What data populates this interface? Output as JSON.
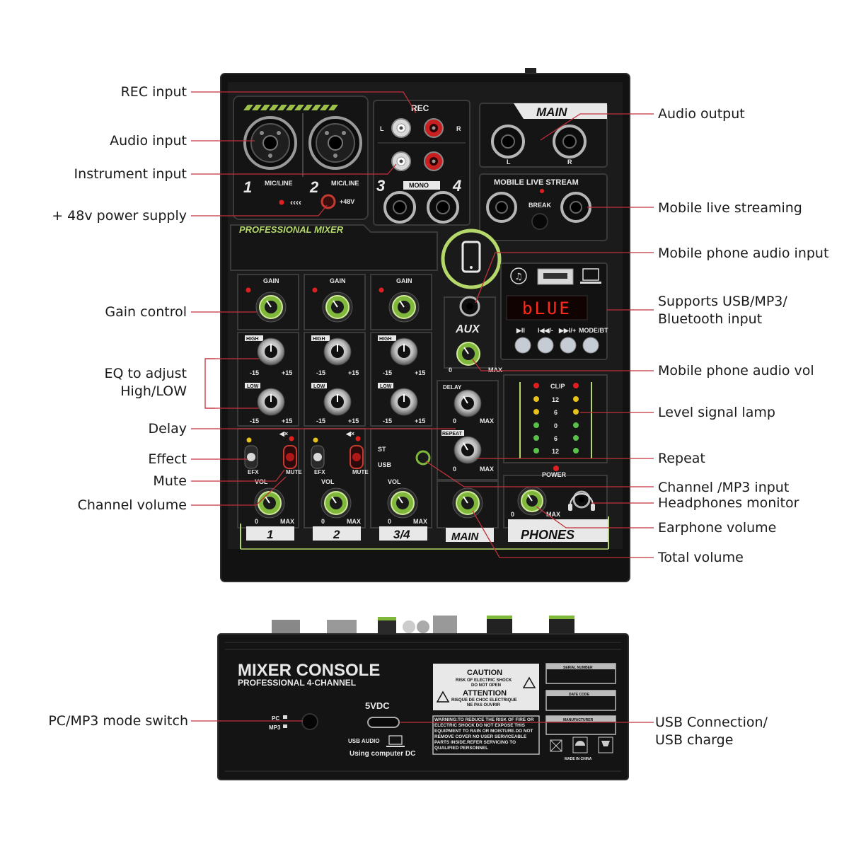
{
  "callouts_left": [
    {
      "id": "rec-input",
      "text": "REC input"
    },
    {
      "id": "audio-input",
      "text": "Audio input"
    },
    {
      "id": "instrument-input",
      "text": "Instrument input"
    },
    {
      "id": "phantom-power",
      "text": "+ 48v power supply"
    },
    {
      "id": "gain-control",
      "text": "Gain control"
    },
    {
      "id": "eq-adjust-1",
      "text": "EQ to adjust"
    },
    {
      "id": "eq-adjust-2",
      "text": "High/LOW"
    },
    {
      "id": "delay",
      "text": "Delay"
    },
    {
      "id": "effect",
      "text": "Effect"
    },
    {
      "id": "mute",
      "text": "Mute"
    },
    {
      "id": "channel-volume",
      "text": "Channel volume"
    },
    {
      "id": "pc-mp3-switch",
      "text": "PC/MP3 mode switch"
    }
  ],
  "callouts_right": [
    {
      "id": "audio-output",
      "text": "Audio output"
    },
    {
      "id": "mobile-live-streaming",
      "text": "Mobile live streaming"
    },
    {
      "id": "mobile-phone-audio-input",
      "text": "Mobile phone audio input"
    },
    {
      "id": "usb-mp3-bt-1",
      "text": "Supports USB/MP3/"
    },
    {
      "id": "usb-mp3-bt-2",
      "text": "Bluetooth input"
    },
    {
      "id": "mobile-phone-audio-vol",
      "text": "Mobile phone audio vol"
    },
    {
      "id": "level-signal-lamp",
      "text": "Level signal lamp"
    },
    {
      "id": "repeat",
      "text": "Repeat"
    },
    {
      "id": "channel-mp3-input",
      "text": "Channel /MP3 input"
    },
    {
      "id": "headphones-monitor",
      "text": "Headphones monitor"
    },
    {
      "id": "earphone-volume",
      "text": "Earphone volume"
    },
    {
      "id": "total-volume",
      "text": "Total volume"
    },
    {
      "id": "usb-connection-1",
      "text": "USB Connection/"
    },
    {
      "id": "usb-connection-2",
      "text": "USB charge"
    }
  ],
  "panel": {
    "main": "MAIN",
    "rec": "REC",
    "l": "L",
    "r": "R",
    "ch1": "1",
    "ch2": "2",
    "ch3": "3",
    "ch4": "4",
    "mic_line": "MIC/LINE",
    "mono": "MONO",
    "plus48v": "+48V",
    "professional_mixer": "PROFESSIONAL MIXER",
    "mobile_live_stream": "MOBILE LIVE STREAM",
    "break": "BREAK",
    "aux": "AUX",
    "display": "bLUE",
    "mode_bt": "MODE/BT",
    "gain": "GAIN",
    "high": "HIGH",
    "low": "LOW",
    "delay": "DELAY",
    "repeat": "REPEAT",
    "efx": "EFX",
    "mute": "MUTE",
    "vol": "VOL",
    "st": "ST",
    "usb": "USB",
    "zero": "0",
    "max": "MAX",
    "minus15": "-15",
    "plus15": "+15",
    "clip": "CLIP",
    "meter_12": "12",
    "meter_6": "6",
    "meter_0": "0",
    "power": "POWER",
    "label_1": "1",
    "label_2": "2",
    "label_34": "3/4",
    "label_main": "MAIN",
    "label_phones": "PHONES"
  },
  "rear": {
    "title": "MIXER CONSOLE",
    "subtitle": "PROFESSIONAL 4-CHANNEL",
    "vdc": "5VDC",
    "pc": "PC",
    "mp3": "MP3",
    "usb_audio": "USB AUDIO",
    "using_computer": "Using computer DC",
    "caution": "CAUTION",
    "caution_text1": "RISK OF ELECTRIC SHOCK",
    "caution_text2": "DO NOT OPEN",
    "attention": "ATTENTION",
    "attention_text1": "RISQUE DE CHOC ELECTRIQUE",
    "attention_text2": "NE PAS OUVRIR",
    "warning": "WARNING:TO REDUCE THE RISK OF FIRE OR ELECTRIC SHOCK DO NOT EXPOSE THIS EQUIPMENT TO RAIN OR MOISTURE.DO NOT REMOVE COVER NO USER SERVICEABLE PARTS INSIDE.REFER SERVICING TO QUALIFIED PERSONNEL",
    "serial_number": "SERIAL NUMBER",
    "date_code": "DATE CODE",
    "manufacturer": "MANUFACTURER",
    "made_in_china": "MADE IN CHINA"
  },
  "colors": {
    "panel": "#161616",
    "accent_green": "#b5d86a",
    "leader_red": "#c0303a",
    "led_red": "#e02020",
    "led_yellow": "#e6c21a",
    "led_green": "#5ac24a",
    "display_red": "#ff2a1a"
  }
}
